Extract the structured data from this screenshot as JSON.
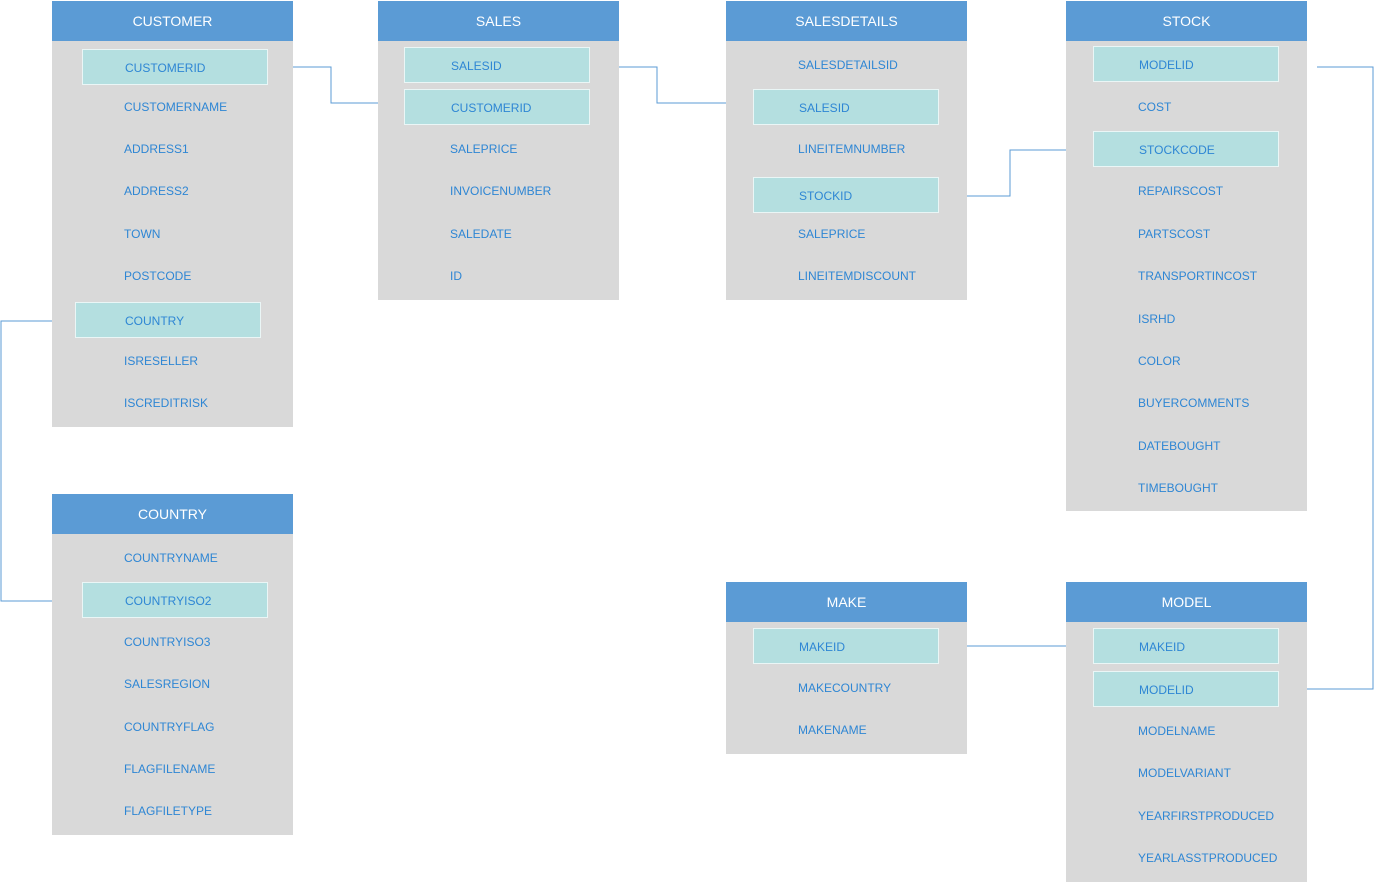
{
  "colors": {
    "header": "#5b9bd5",
    "body": "#d9d9d9",
    "key_fill": "#b4dfe0",
    "field_text": "#2e86d4",
    "connector": "#5b9bd5"
  },
  "tables": {
    "customer": {
      "title": "CUSTOMER",
      "fields": [
        "CUSTOMERID",
        "CUSTOMERNAME",
        "ADDRESS1",
        "ADDRESS2",
        "TOWN",
        "POSTCODE",
        "COUNTRY",
        "ISRESELLER",
        "ISCREDITRISK"
      ]
    },
    "sales": {
      "title": "SALES",
      "fields": [
        "SALESID",
        "CUSTOMERID",
        "SALEPRICE",
        "INVOICENUMBER",
        "SALEDATE",
        "ID"
      ]
    },
    "salesdetails": {
      "title": "SALESDETAILS",
      "fields": [
        "SALESDETAILSID",
        "SALESID",
        "LINEITEMNUMBER",
        "STOCKID",
        "SALEPRICE",
        "LINEITEMDISCOUNT"
      ]
    },
    "stock": {
      "title": "STOCK",
      "fields": [
        "MODELID",
        "COST",
        "STOCKCODE",
        "REPAIRSCOST",
        "PARTSCOST",
        "TRANSPORTINCOST",
        "ISRHD",
        "COLOR",
        "BUYERCOMMENTS",
        "DATEBOUGHT",
        "TIMEBOUGHT"
      ]
    },
    "country": {
      "title": "COUNTRY",
      "fields": [
        "COUNTRYNAME",
        "COUNTRYISO2",
        "COUNTRYISO3",
        "SALESREGION",
        "COUNTRYFLAG",
        "FLAGFILENAME",
        "FLAGFILETYPE"
      ]
    },
    "make": {
      "title": "MAKE",
      "fields": [
        "MAKEID",
        "MAKECOUNTRY",
        "MAKENAME"
      ]
    },
    "model": {
      "title": "MODEL",
      "fields": [
        "MAKEID",
        "MODELID",
        "MODELNAME",
        "MODELVARIANT",
        "YEARFIRSTPRODUCED",
        "YEARLASSTPRODUCED"
      ]
    }
  }
}
